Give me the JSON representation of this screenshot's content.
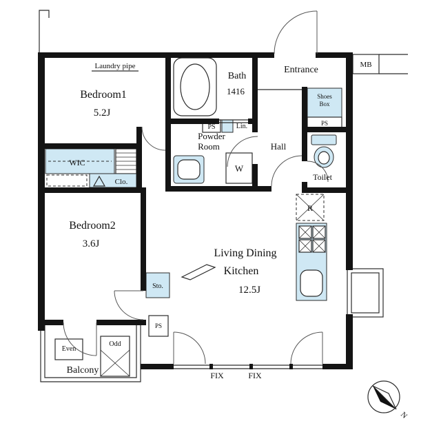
{
  "colors": {
    "fixture_blue": "#cfe8f4",
    "wall": "#141414",
    "line": "#2b2b2b"
  },
  "rooms": {
    "bedroom1": {
      "label": "Bedroom1",
      "size": "5.2J"
    },
    "bedroom2": {
      "label": "Bedroom2",
      "size": "3.6J"
    },
    "living": {
      "line1": "Living Dining",
      "line2": "Kitchen",
      "size": "12.5J"
    },
    "bath": {
      "label": "Bath",
      "size": "1416"
    },
    "powder": {
      "line1": "Powder",
      "line2": "Room"
    },
    "entrance": {
      "label": "Entrance"
    },
    "hall": {
      "label": "Hall"
    },
    "toilet": {
      "label": "Toilet"
    },
    "balcony": {
      "label": "Balcony"
    },
    "wic": {
      "label": "WIC"
    },
    "closet": {
      "label": "Clo."
    },
    "storage": {
      "label": "Sto."
    }
  },
  "fixtures": {
    "laundry_pipe": "Laundry pipe",
    "mb": "MB",
    "shoes1": "Shoes",
    "shoes2": "Box",
    "ps": "PS",
    "lin": "Lin.",
    "washer": "W",
    "fridge": "R",
    "even": "Even",
    "odd": "Odd",
    "fix": "FIX",
    "north": "N"
  }
}
